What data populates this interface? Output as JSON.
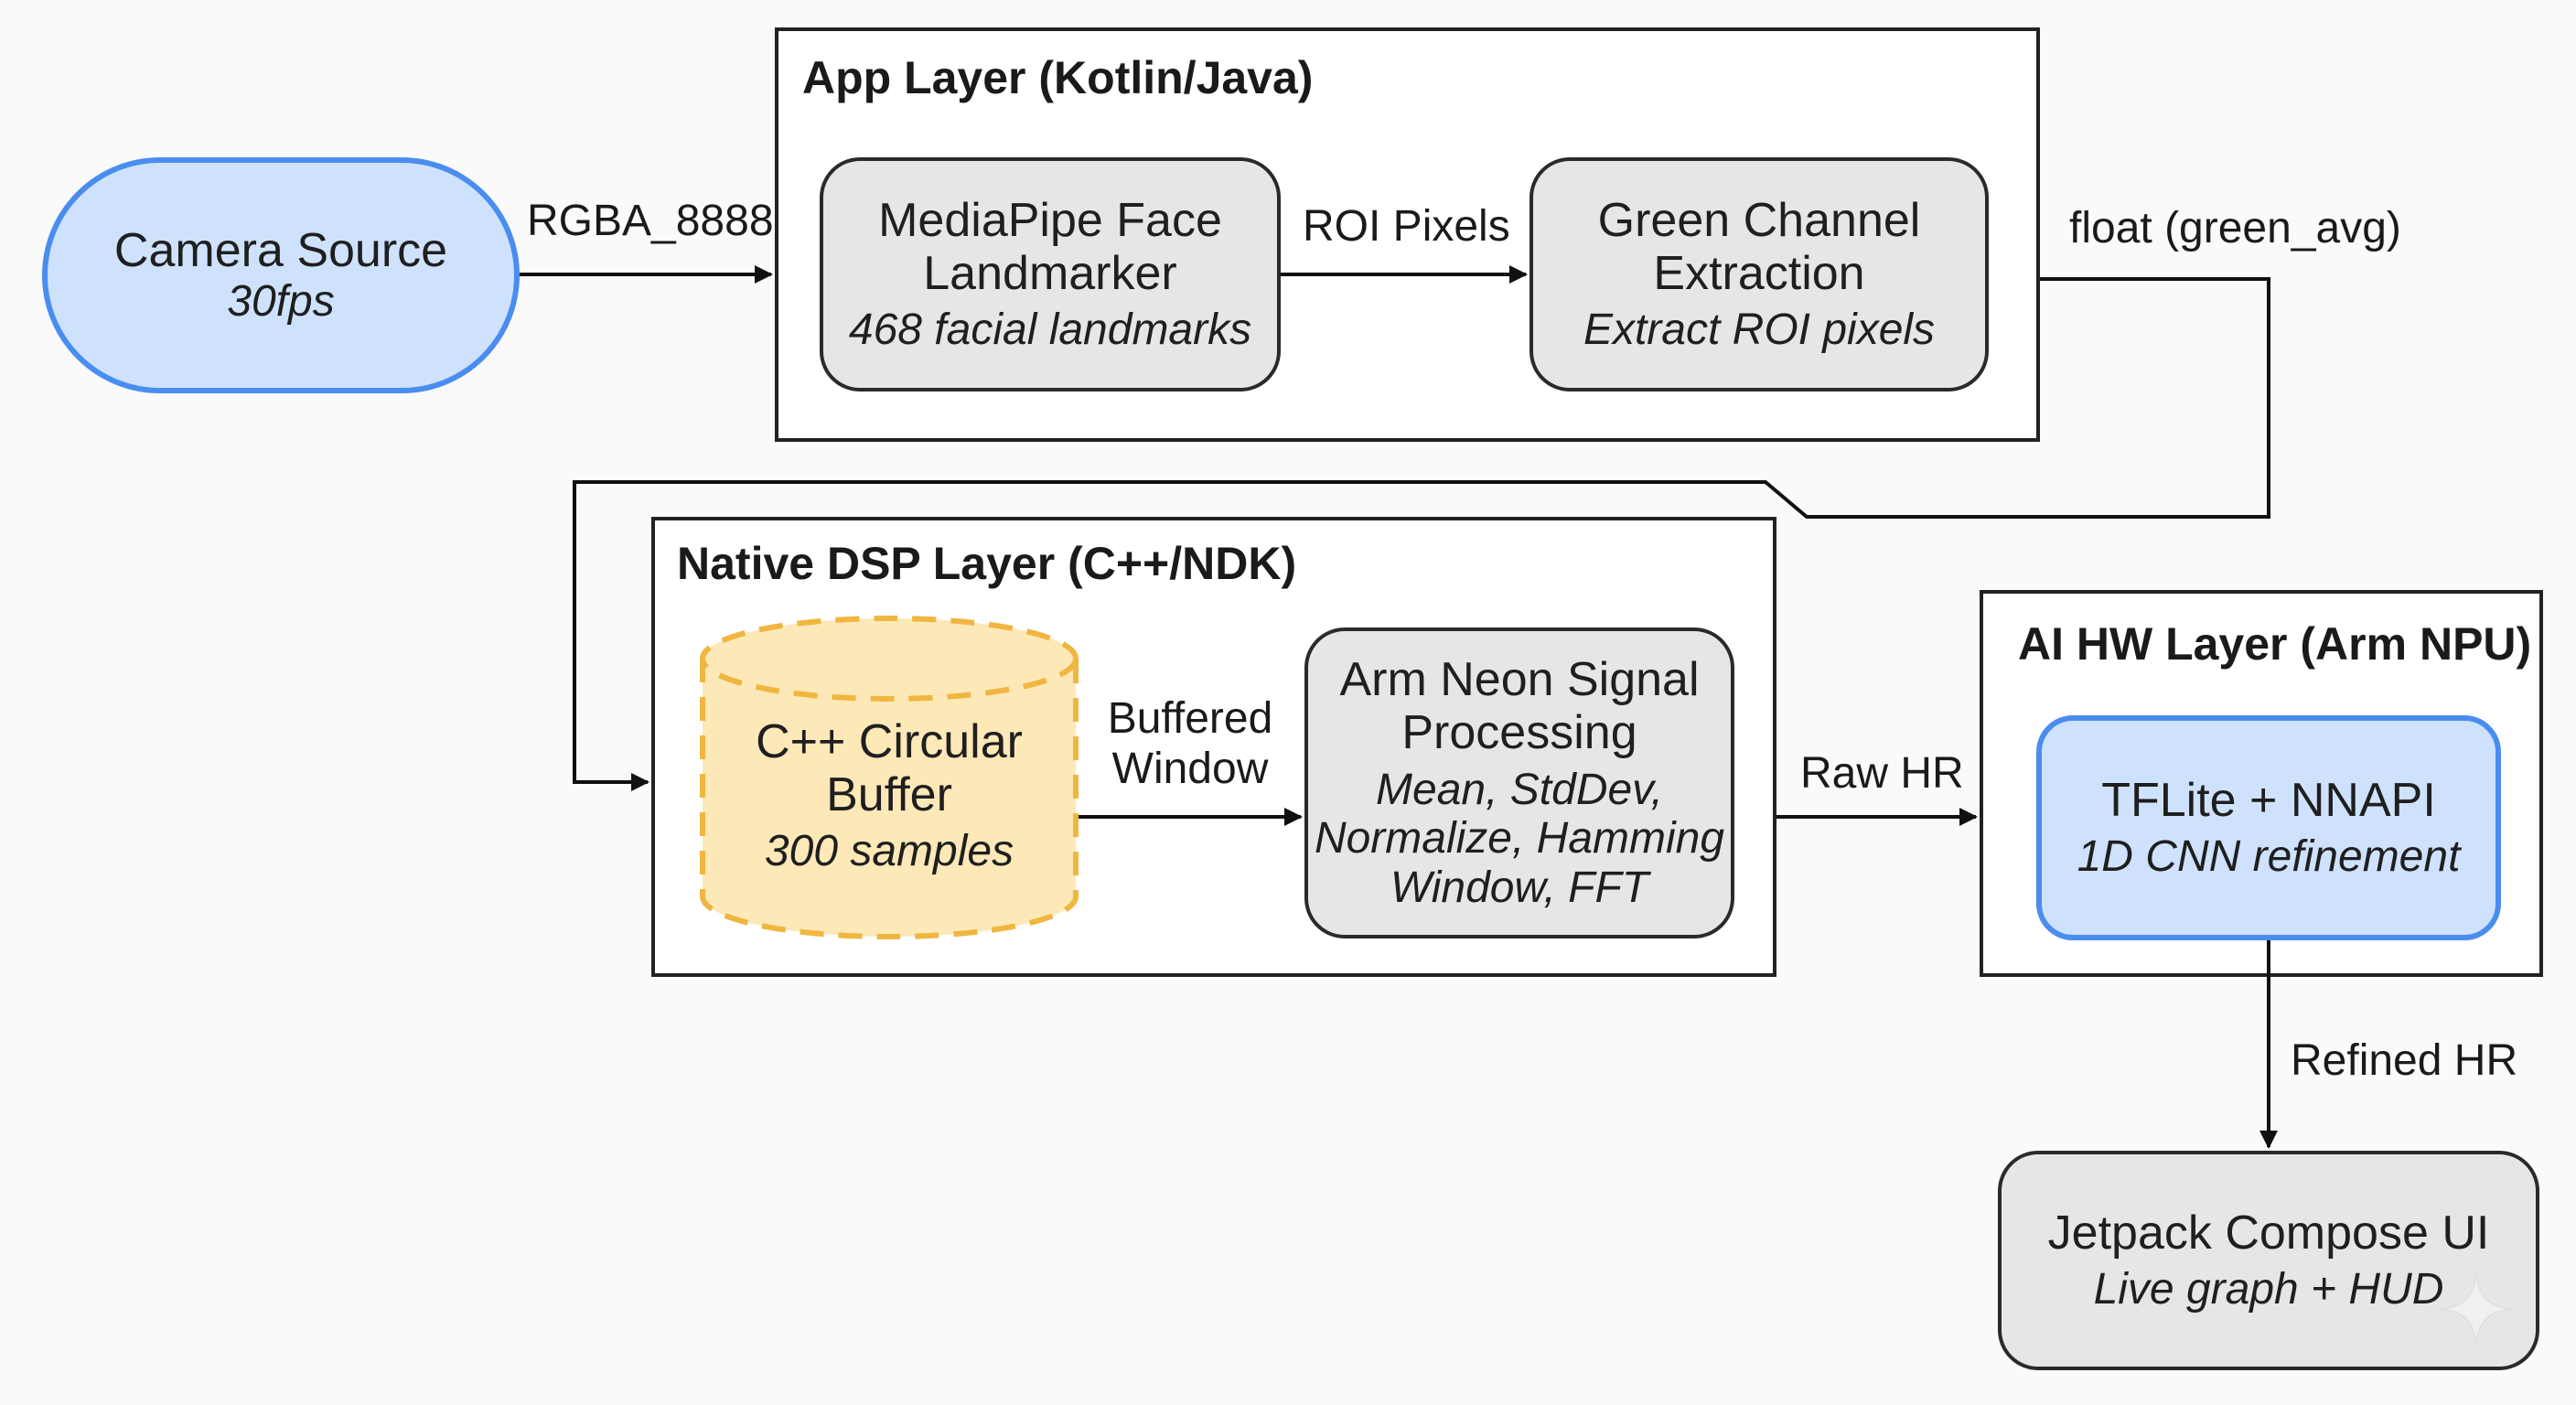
{
  "camera": {
    "title": "Camera Source",
    "subtitle": "30fps"
  },
  "app_layer": {
    "title": "App Layer (Kotlin/Java)",
    "mediapipe": {
      "title_line1": "MediaPipe Face",
      "title_line2": "Landmarker",
      "subtitle": "468 facial landmarks"
    },
    "green": {
      "title_line1": "Green Channel",
      "title_line2": "Extraction",
      "subtitle": "Extract ROI pixels"
    }
  },
  "native_layer": {
    "title": "Native DSP Layer (C++/NDK)",
    "buffer": {
      "title_line1": "C++ Circular",
      "title_line2": "Buffer",
      "subtitle": "300 samples"
    },
    "neon": {
      "title_line1": "Arm Neon Signal",
      "title_line2": "Processing",
      "sub_line1": "Mean, StdDev,",
      "sub_line2": "Normalize, Hamming",
      "sub_line3": "Window, FFT"
    }
  },
  "ai_layer": {
    "title": "AI HW Layer (Arm NPU)",
    "tflite": {
      "title": "TFLite + NNAPI",
      "subtitle": "1D CNN refinement"
    }
  },
  "ui": {
    "title": "Jetpack Compose UI",
    "subtitle": "Live graph + HUD"
  },
  "edges": {
    "rgba": "RGBA_8888",
    "roi": "ROI Pixels",
    "float": "float (green_avg)",
    "buffered_line1": "Buffered",
    "buffered_line2": "Window",
    "raw_hr": "Raw HR",
    "refined_hr": "Refined HR"
  },
  "colors": {
    "blue_fill": "#cfe2fd",
    "blue_stroke": "#4a8df0",
    "grey_fill": "#e6e6e6",
    "yellow_fill": "#fde9b8",
    "yellow_stroke": "#f0b640"
  }
}
